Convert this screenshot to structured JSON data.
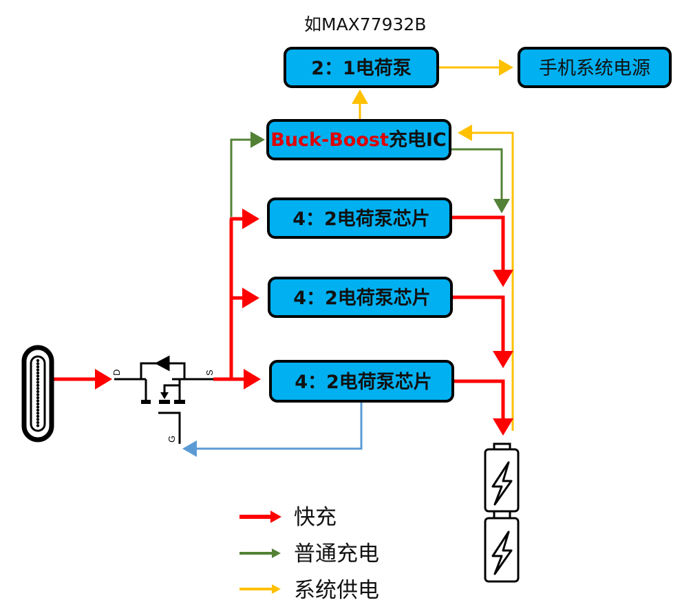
{
  "note_label": "如MAX77932B",
  "blocks": {
    "cp21": "2：1电荷泵",
    "system_power": "手机系统电源",
    "buckboost": {
      "prefix": "Buck-Boost",
      "suffix": "充电IC"
    },
    "cp42_1": "4：2电荷泵芯片",
    "cp42_2": "4：2电荷泵芯片",
    "cp42_3": "4：2电荷泵芯片"
  },
  "mosfet_pins": {
    "drain": "D",
    "source": "S",
    "gate": "G"
  },
  "icons": {
    "usb": "usb-c-port-icon",
    "mosfet": "mosfet-switch-icon",
    "battery": "battery-charging-icon"
  },
  "legend": [
    {
      "label": "快充",
      "color": "#ff0000"
    },
    {
      "label": "普通充电",
      "color": "#538135"
    },
    {
      "label": "系统供电",
      "color": "#ffc000"
    }
  ],
  "colors": {
    "fast_charge": "#ff0000",
    "normal_charge": "#538135",
    "system_supply": "#ffc000",
    "control": "#5b9bd5",
    "box_fill": "#00b0f0",
    "buckboost_accent": "#e00000"
  }
}
